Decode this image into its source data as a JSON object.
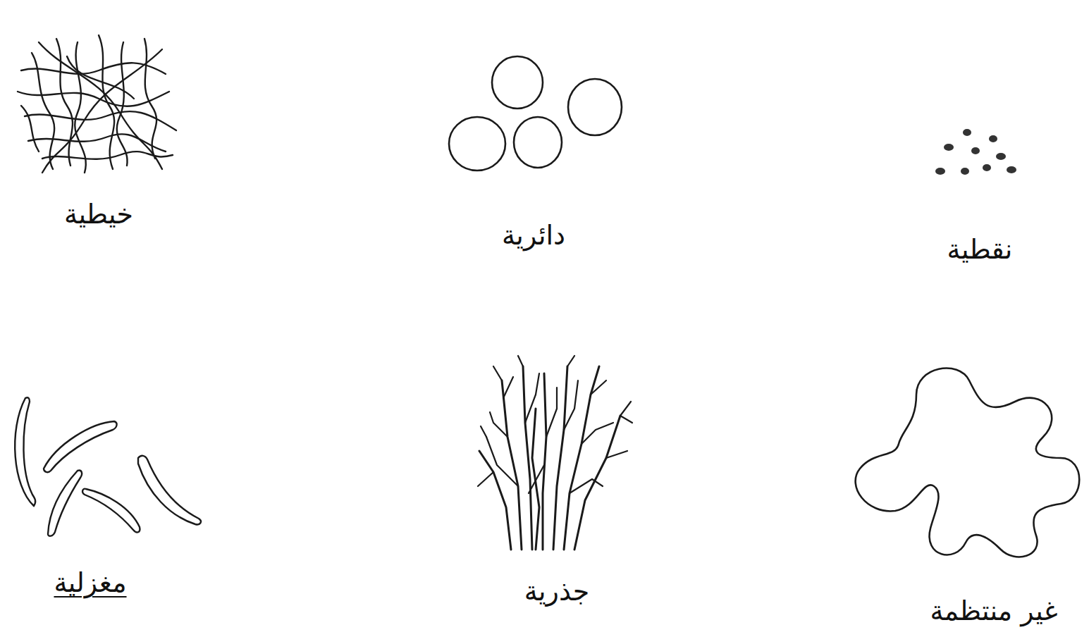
{
  "diagram": {
    "labels": [
      "نقطية",
      "دائرية",
      "خيطية",
      "غير منتظمة",
      "جذرية",
      "مغزلية"
    ]
  }
}
